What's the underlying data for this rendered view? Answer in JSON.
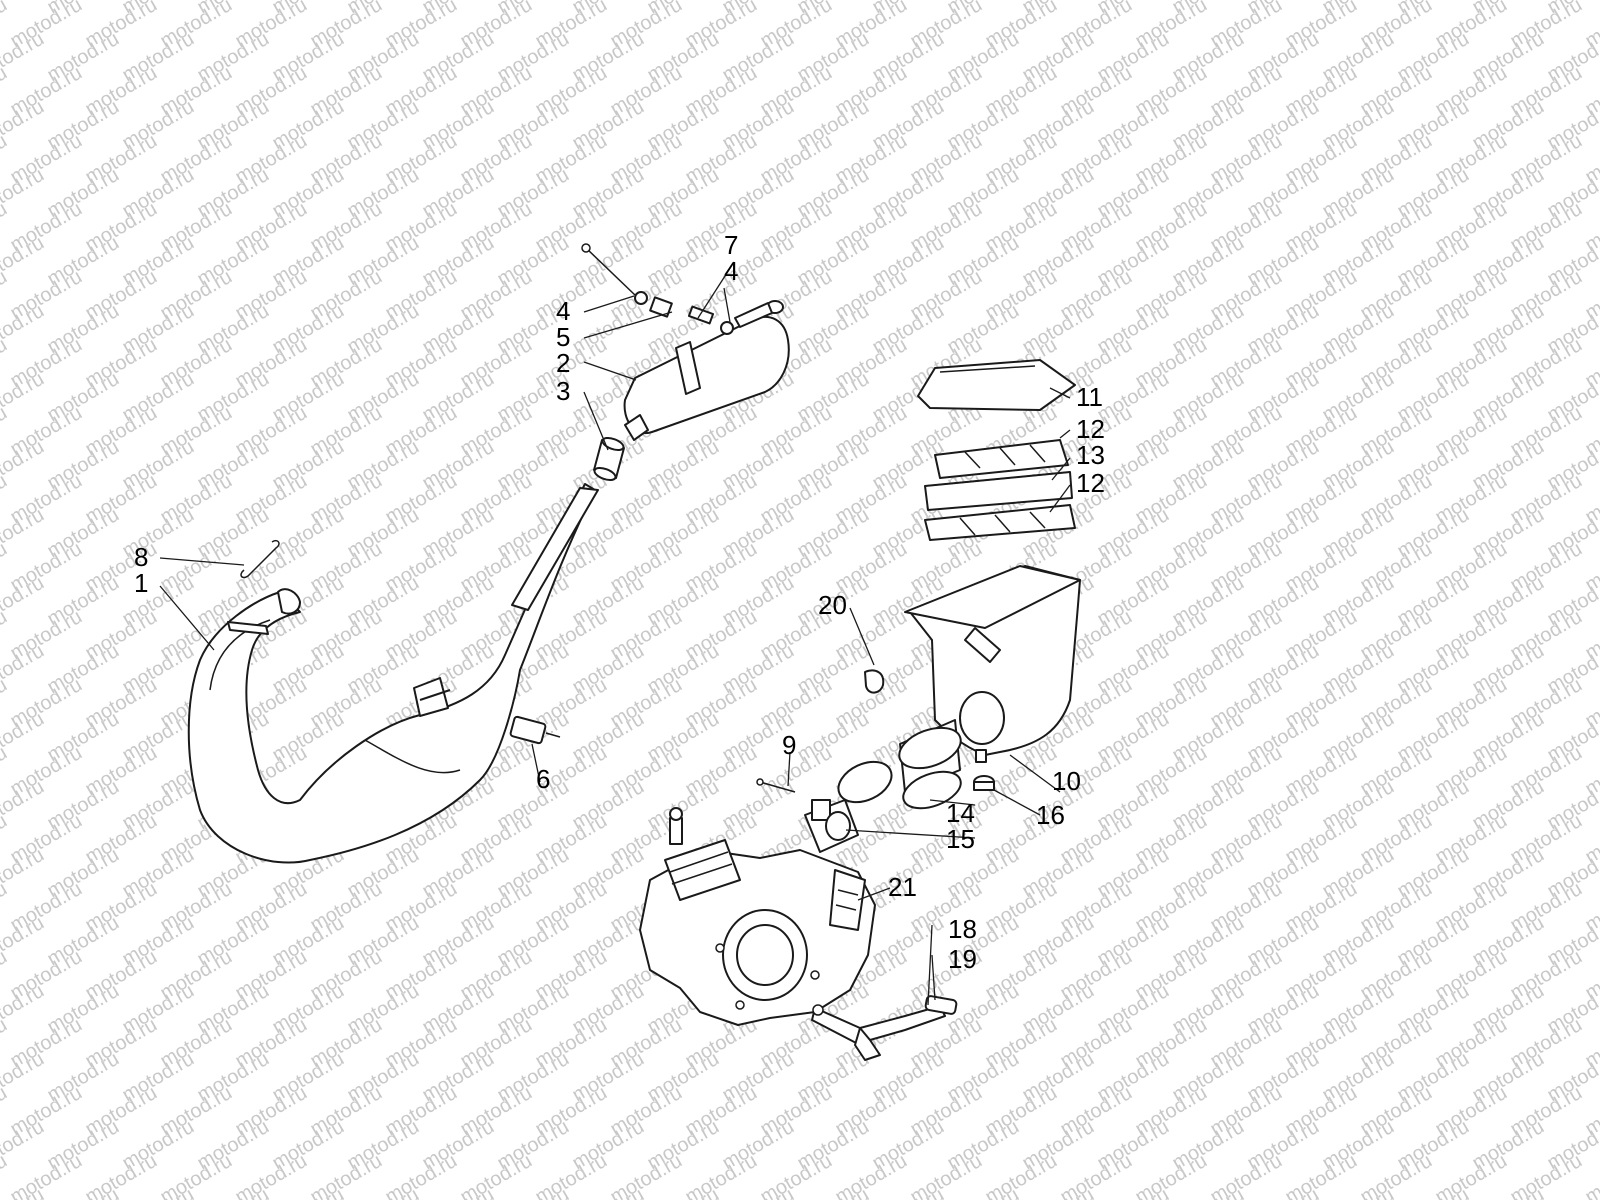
{
  "watermark": {
    "text": "motod.ru",
    "color": "#c8c8c8"
  },
  "diagram": {
    "line_color": "#1a1a1a",
    "background": "#ffffff",
    "callouts": [
      {
        "id": "c7",
        "text": "7"
      },
      {
        "id": "c4a",
        "text": "4"
      },
      {
        "id": "c4b",
        "text": "4"
      },
      {
        "id": "c5",
        "text": "5"
      },
      {
        "id": "c2",
        "text": "2"
      },
      {
        "id": "c3",
        "text": "3"
      },
      {
        "id": "c11",
        "text": "11"
      },
      {
        "id": "c12a",
        "text": "12"
      },
      {
        "id": "c13",
        "text": "13"
      },
      {
        "id": "c12b",
        "text": "12"
      },
      {
        "id": "c8",
        "text": "8"
      },
      {
        "id": "c1",
        "text": "1"
      },
      {
        "id": "c20",
        "text": "20"
      },
      {
        "id": "c9",
        "text": "9"
      },
      {
        "id": "c6",
        "text": "6"
      },
      {
        "id": "c10",
        "text": "10"
      },
      {
        "id": "c14",
        "text": "14"
      },
      {
        "id": "c16",
        "text": "16"
      },
      {
        "id": "c15",
        "text": "15"
      },
      {
        "id": "c21",
        "text": "21"
      },
      {
        "id": "c18",
        "text": "18"
      },
      {
        "id": "c19",
        "text": "19"
      }
    ]
  }
}
